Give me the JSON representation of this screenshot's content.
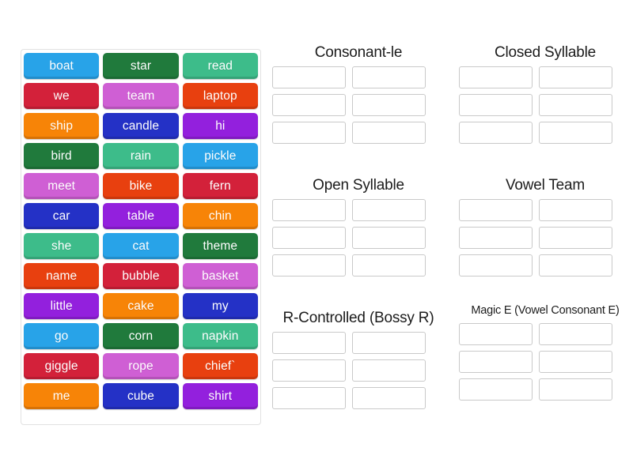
{
  "activity": {
    "type": "group-sort",
    "tile_text_color": "#ffffff"
  },
  "word_bank": {
    "name": "word-bank",
    "rows": [
      [
        {
          "label": "boat",
          "color": "#28a3e8"
        },
        {
          "label": "star",
          "color": "#207a3c"
        },
        {
          "label": "read",
          "color": "#3dbc8a"
        }
      ],
      [
        {
          "label": "we",
          "color": "#d3213a"
        },
        {
          "label": "team",
          "color": "#cf5fd4"
        },
        {
          "label": "laptop",
          "color": "#e8400f"
        }
      ],
      [
        {
          "label": "ship",
          "color": "#f78407"
        },
        {
          "label": "candle",
          "color": "#2431c6"
        },
        {
          "label": "hi",
          "color": "#9320dd"
        }
      ],
      [
        {
          "label": "bird",
          "color": "#207a3c"
        },
        {
          "label": "rain",
          "color": "#3dbc8a"
        },
        {
          "label": "pickle",
          "color": "#28a3e8"
        }
      ],
      [
        {
          "label": "meet",
          "color": "#cf5fd4"
        },
        {
          "label": "bike",
          "color": "#e8400f"
        },
        {
          "label": "fern",
          "color": "#d3213a"
        }
      ],
      [
        {
          "label": "car",
          "color": "#2431c6"
        },
        {
          "label": "table",
          "color": "#9320dd"
        },
        {
          "label": "chin",
          "color": "#f78407"
        }
      ],
      [
        {
          "label": "she",
          "color": "#3dbc8a"
        },
        {
          "label": "cat",
          "color": "#28a3e8"
        },
        {
          "label": "theme",
          "color": "#207a3c"
        }
      ],
      [
        {
          "label": "name",
          "color": "#e8400f"
        },
        {
          "label": "bubble",
          "color": "#d3213a"
        },
        {
          "label": "basket",
          "color": "#cf5fd4"
        }
      ],
      [
        {
          "label": "little",
          "color": "#9320dd"
        },
        {
          "label": "cake",
          "color": "#f78407"
        },
        {
          "label": "my",
          "color": "#2431c6"
        }
      ],
      [
        {
          "label": "go",
          "color": "#28a3e8"
        },
        {
          "label": "corn",
          "color": "#207a3c"
        },
        {
          "label": "napkin",
          "color": "#3dbc8a"
        }
      ],
      [
        {
          "label": "giggle",
          "color": "#d3213a"
        },
        {
          "label": "rope",
          "color": "#cf5fd4"
        },
        {
          "label": "chief`",
          "color": "#e8400f"
        }
      ],
      [
        {
          "label": "me",
          "color": "#f78407"
        },
        {
          "label": "cube",
          "color": "#2431c6"
        },
        {
          "label": "shirt",
          "color": "#9320dd"
        }
      ]
    ]
  },
  "categories": [
    {
      "id": "consonant-le",
      "title": "Consonant-le",
      "zone_count": 6
    },
    {
      "id": "closed",
      "title": "Closed Syllable",
      "zone_count": 6
    },
    {
      "id": "open",
      "title": "Open Syllable",
      "zone_count": 6
    },
    {
      "id": "vowel-team",
      "title": "Vowel Team",
      "zone_count": 6
    },
    {
      "id": "r-controlled",
      "title": "R-Controlled (Bossy R)",
      "zone_count": 6
    },
    {
      "id": "magic-e",
      "title": "Magic E (Vowel Consonant E)",
      "zone_count": 6
    }
  ]
}
